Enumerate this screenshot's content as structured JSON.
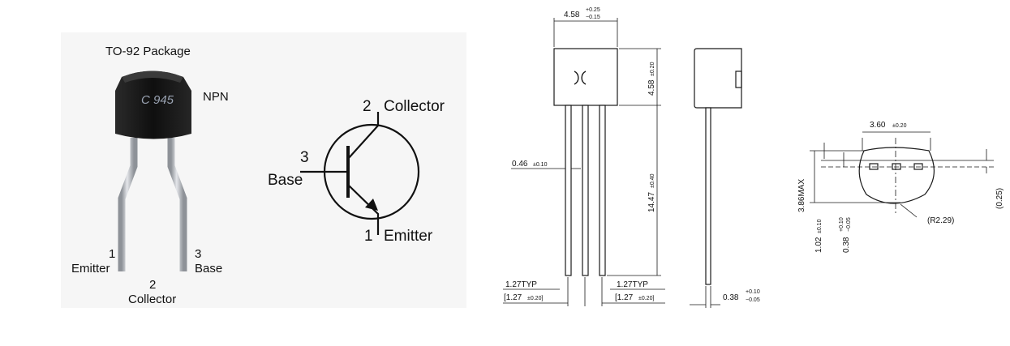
{
  "photo": {
    "package_title": "TO-92 Package",
    "marking": "C 945",
    "type_label": "NPN",
    "pins": [
      {
        "num": "1",
        "name": "Emitter"
      },
      {
        "num": "2",
        "name": "Collector"
      },
      {
        "num": "3",
        "name": "Base"
      }
    ]
  },
  "symbol": {
    "collector_num": "2",
    "collector_name": "Collector",
    "base_num": "3",
    "base_name": "Base",
    "emitter_num": "1",
    "emitter_name": "Emitter"
  },
  "front_view": {
    "width": "4.58",
    "width_tol_plus": "+0.25",
    "width_tol_minus": "−0.15",
    "body_height": "4.58",
    "body_height_tol": "±0.20",
    "lead_length": "14.47",
    "lead_length_tol": "±0.40",
    "lead_width": "0.46",
    "lead_width_tol": "±0.10",
    "pitch_left_typ": "1.27TYP",
    "pitch_left_val": "[1.27",
    "pitch_left_tol": "±0.20]",
    "pitch_right_typ": "1.27TYP",
    "pitch_right_val": "[1.27",
    "pitch_right_tol": "±0.20]"
  },
  "side_view": {
    "lead_thickness": "0.38",
    "lead_thickness_tol_plus": "+0.10",
    "lead_thickness_tol_minus": "−0.05"
  },
  "bottom_view": {
    "width": "3.60",
    "width_tol": "±0.20",
    "max_height": "3.86MAX",
    "offset_a": "1.02",
    "offset_a_tol": "±0.10",
    "offset_b": "0.38",
    "offset_b_tol_plus": "+0.10",
    "offset_b_tol_minus": "−0.05",
    "radius": "(R2.29)",
    "gap": "(0.25)"
  },
  "colors": {
    "line": "#1a1a1a",
    "body": "#151515",
    "lead": "#b8bcc2",
    "photo_bg": "#f7f7f7"
  }
}
